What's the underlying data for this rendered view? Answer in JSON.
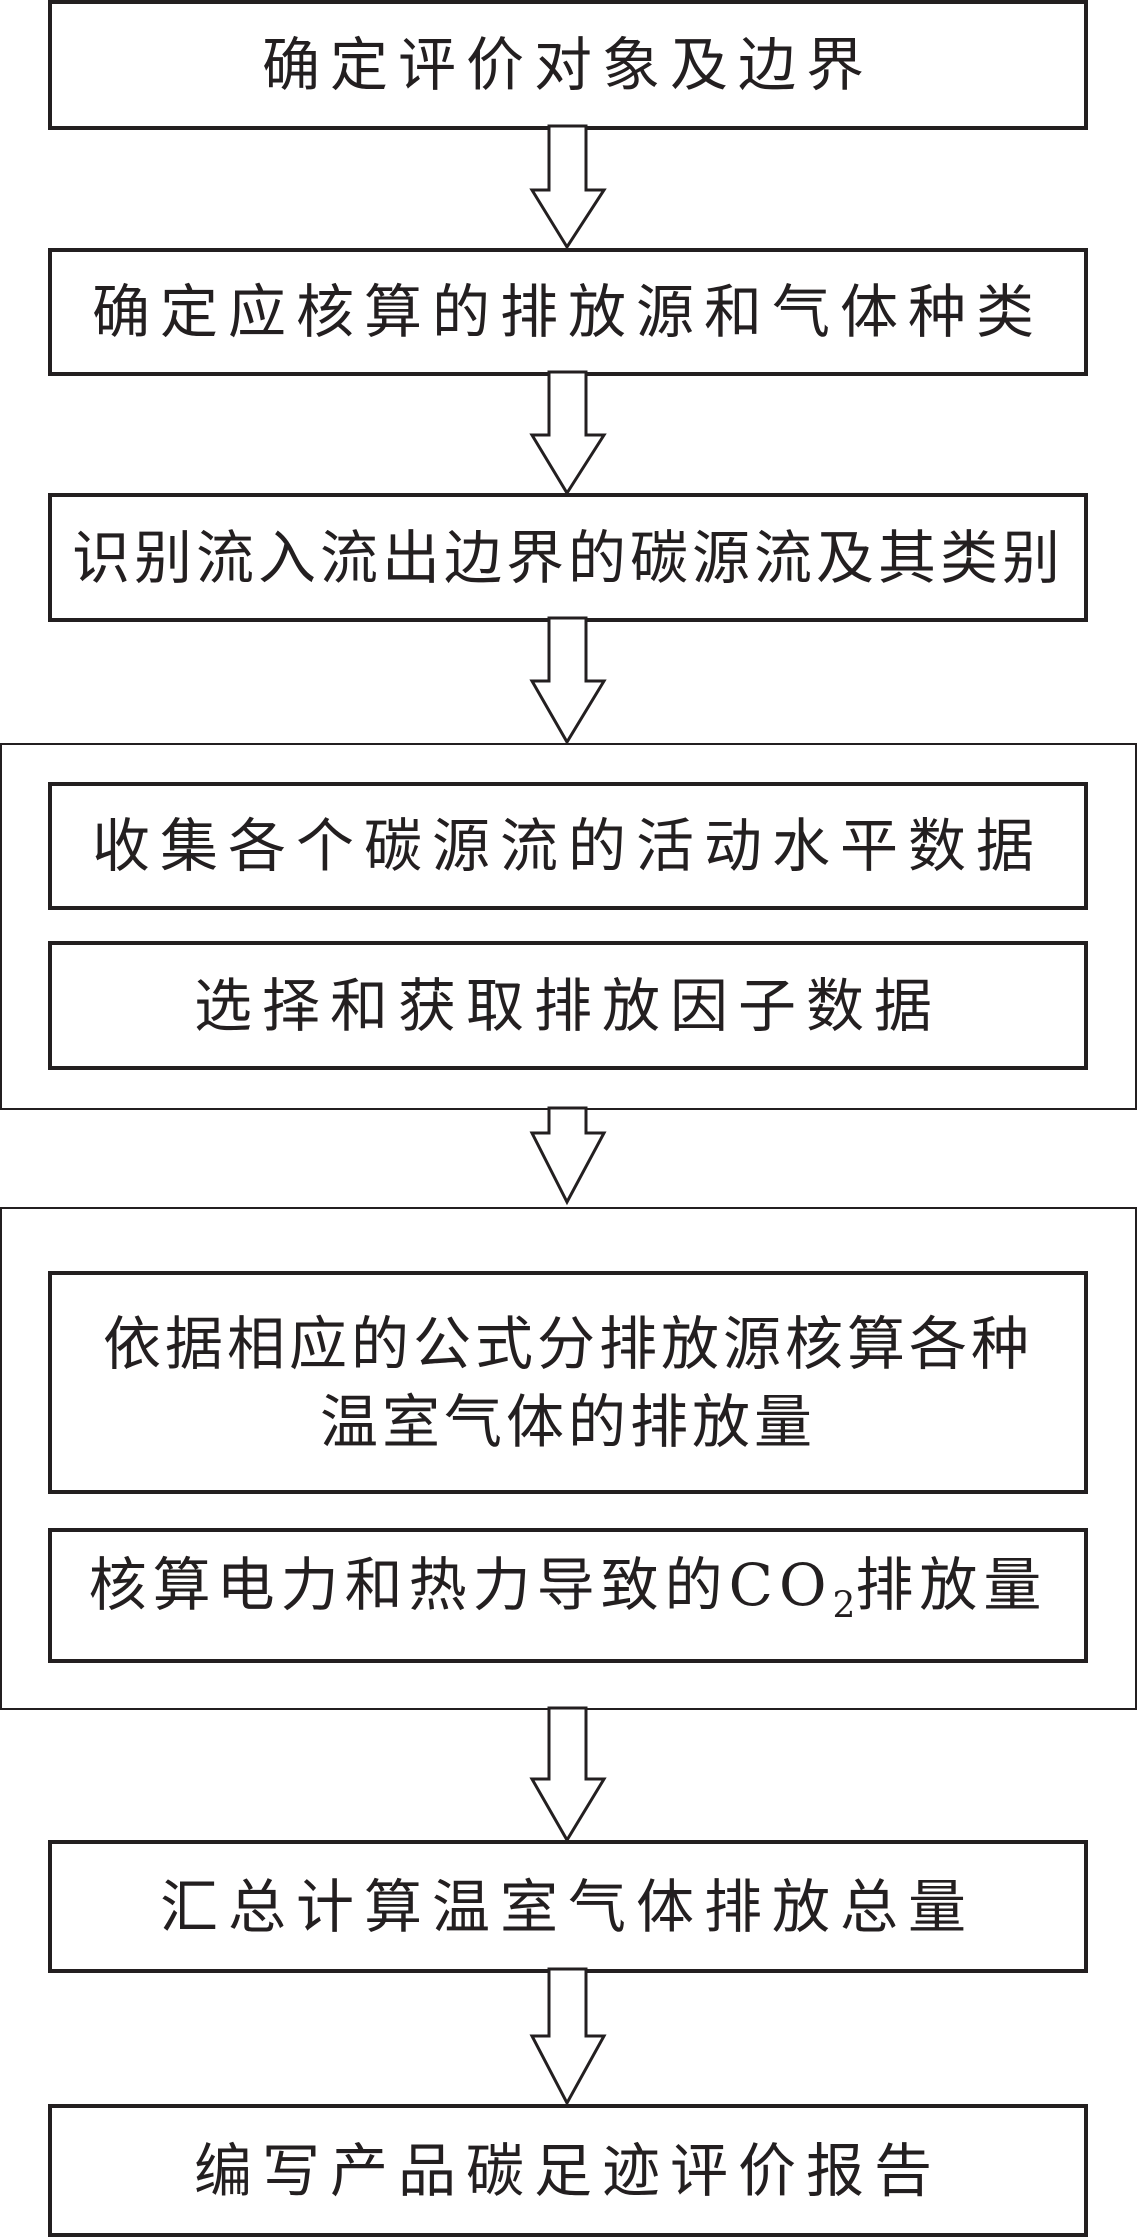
{
  "steps": [
    {
      "label": "确定评价对象及边界"
    },
    {
      "label": "确定应核算的排放源和气体种类"
    },
    {
      "label": "识别流入流出边界的碳源流及其类别"
    },
    {
      "label": "收集各个碳源流的活动水平数据"
    },
    {
      "label": "选择和获取排放因子数据"
    },
    {
      "label": "依据相应的公式分排放源核算各种温室气体的排放量"
    },
    {
      "label_pre": "核算电力和热力导致的CO",
      "label_sub": "2",
      "label_post": "排放量"
    },
    {
      "label": "汇总计算温室气体排放总量"
    },
    {
      "label": "编写产品碳足迹评价报告"
    }
  ]
}
